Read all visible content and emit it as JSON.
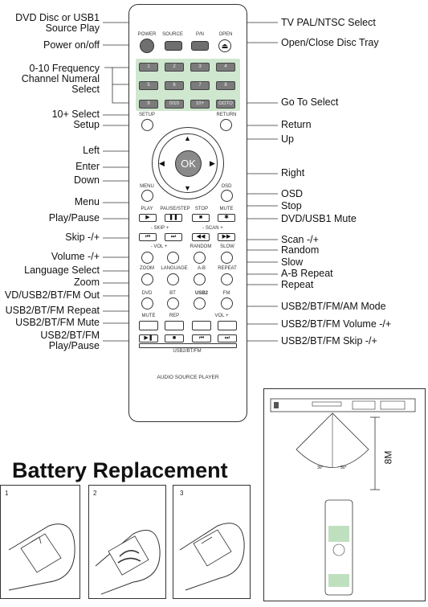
{
  "left_labels": [
    "DVD Disc or USB1",
    "Source Play",
    "Power on/off",
    "0-10 Frequency",
    "Channel Numeral",
    "Select",
    "10+ Select",
    "Setup",
    "Left",
    "Enter",
    "Down",
    "Menu",
    "Play/Pause",
    "Skip -/+",
    "Volume -/+",
    "Language Select",
    "Zoom",
    "VD/USB2/BT/FM Out",
    "USB2/BT/FM Repeat",
    "USB2/BT/FM Mute",
    "USB2/BT/FM",
    "Play/Pause"
  ],
  "right_labels": [
    "TV PAL/NTSC Select",
    "Open/Close Disc Tray",
    "Go To Select",
    "Return",
    "Up",
    "Right",
    "OSD",
    "Stop",
    "DVD/USB1 Mute",
    "Scan -/+",
    "Random",
    "Slow",
    "A-B Repeat",
    "Repeat",
    "USB2/BT/FM/AM Mode",
    "USB2/BT/FM Volume -/+",
    "USB2/BT/FM Skip -/+"
  ],
  "remote": {
    "top_labels": [
      "POWER",
      "SOURCE",
      "P/N",
      "OPEN"
    ],
    "numbers": [
      "1",
      "2",
      "3",
      "4",
      "5",
      "6",
      "7",
      "8",
      "9",
      "0/10",
      "10+",
      "GOTO"
    ],
    "setup": "SETUP",
    "return": "RETURN",
    "ok": "OK",
    "menu": "MENU",
    "osd": "OSD",
    "play_row": [
      "PLAY",
      "PAUSE/STEP",
      "STOP",
      "MUTE"
    ],
    "skip": "-  SKIP  +",
    "scan": "-  SCAN  +",
    "vol": "-  VOL  +",
    "random": "RANDOM",
    "slow": "SLOW",
    "zoom_row": [
      "ZOOM",
      "LANGUAGE",
      "A-B",
      "REPEAT"
    ],
    "mode_row": [
      "DVD",
      "BT",
      "USB2",
      "FM"
    ],
    "mute": "MUTE",
    "rep": "REP",
    "vol2": "VOL +",
    "usb_label": "USB2/BT/FM",
    "footer": "AUDIO SOURCE PLAYER"
  },
  "battery_title": "Battery Replacement",
  "steps": [
    "1",
    "2",
    "3"
  ],
  "range_text": "8M",
  "angle_left": "30°",
  "angle_right": "30°"
}
